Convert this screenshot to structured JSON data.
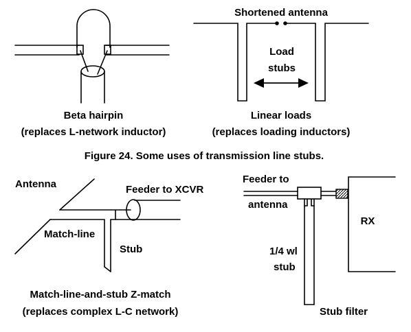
{
  "figure": {
    "caption": "Figure 24.  Some uses of transmission line stubs."
  },
  "beta_hairpin": {
    "label": "Beta hairpin",
    "sublabel": "(replaces L-network inductor)"
  },
  "linear_loads": {
    "top_label": "Shortened antenna",
    "inner_label_1": "Load",
    "inner_label_2": "stubs",
    "label": "Linear loads",
    "sublabel": "(replaces loading inductors)"
  },
  "z_match": {
    "antenna_label": "Antenna",
    "feeder_label": "Feeder to XCVR",
    "match_line_label": "Match-line",
    "stub_label": "Stub",
    "label": "Match-line-and-stub Z-match",
    "sublabel": "(replaces complex L-C network)"
  },
  "stub_filter": {
    "feeder_label": "Feeder to",
    "antenna_label": "antenna",
    "rx_label": "RX",
    "stub_label_1": "1/4 wl",
    "stub_label_2": "stub",
    "label": "Stub filter"
  }
}
